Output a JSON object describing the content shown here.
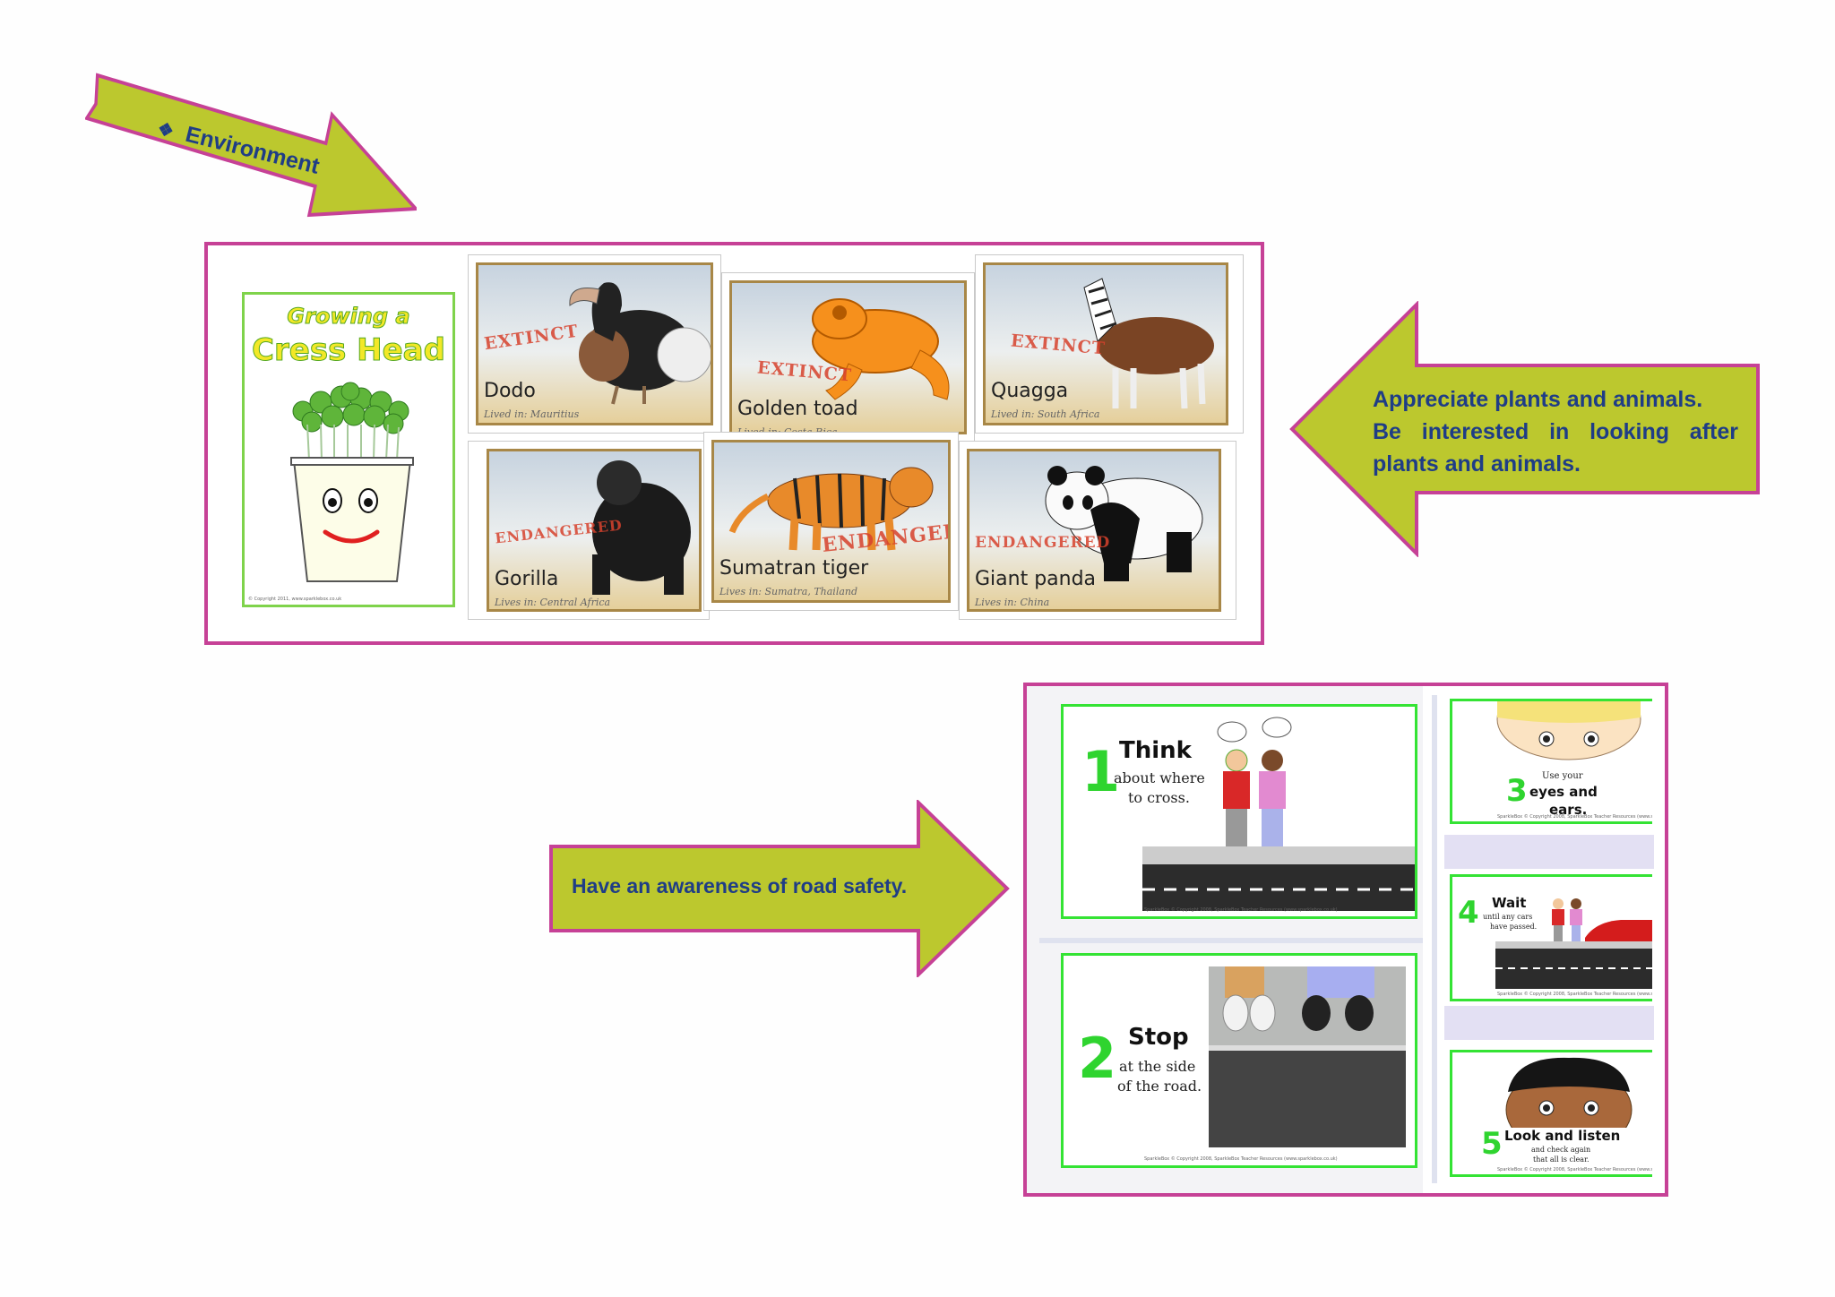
{
  "environment_label": {
    "bullet": "❖",
    "text": "Environment"
  },
  "animals_arrow": {
    "line1": "Appreciate plants and animals.",
    "line2": "Be interested in looking after plants and animals."
  },
  "road_arrow": {
    "text": "Have an awareness of road safety."
  },
  "cress": {
    "title_line1": "Growing a",
    "title_line2": "Cress Head",
    "copyright": "© Copyright 2011, www.sparklebox.co.uk"
  },
  "animals": [
    {
      "status": "EXTINCT",
      "name": "Dodo",
      "lived": "Lived in: Mauritius"
    },
    {
      "status": "EXTINCT",
      "name": "Golden toad",
      "lived": "Lived in: Costa Rica"
    },
    {
      "status": "EXTINCT",
      "name": "Quagga",
      "lived": "Lived in: South Africa"
    },
    {
      "status": "ENDANGERED",
      "name": "Gorilla",
      "lived": "Lives in: Central Africa"
    },
    {
      "status": "ENDANGERED",
      "name": "Sumatran tiger",
      "lived": "Lives in: Sumatra, Thailand"
    },
    {
      "status": "ENDANGERED",
      "name": "Giant panda",
      "lived": "Lives in: China"
    }
  ],
  "road_safety": [
    {
      "num": "1",
      "title": "Think",
      "sub1": "about where",
      "sub2": "to cross."
    },
    {
      "num": "2",
      "title": "Stop",
      "sub1": "at the side",
      "sub2": "of the road."
    },
    {
      "num": "3",
      "sub1": "Use your",
      "title": "eyes and",
      "sub2": "ears."
    },
    {
      "num": "4",
      "title": "Wait",
      "sub1": "until any cars",
      "sub2": "have passed."
    },
    {
      "num": "5",
      "title": "Look and listen",
      "sub1": "and check again",
      "sub2": "that all is clear."
    }
  ],
  "footer_text": "SparkleBox © Copyright 2008, SparkleBox Teacher Resources (www.sparklebox.co.uk)",
  "colors": {
    "arrow_fill": "#bcc82e",
    "arrow_border": "#c64196",
    "frame_border": "#c64196",
    "text_navy": "#1f3d86",
    "road_green": "#2fd42f"
  }
}
